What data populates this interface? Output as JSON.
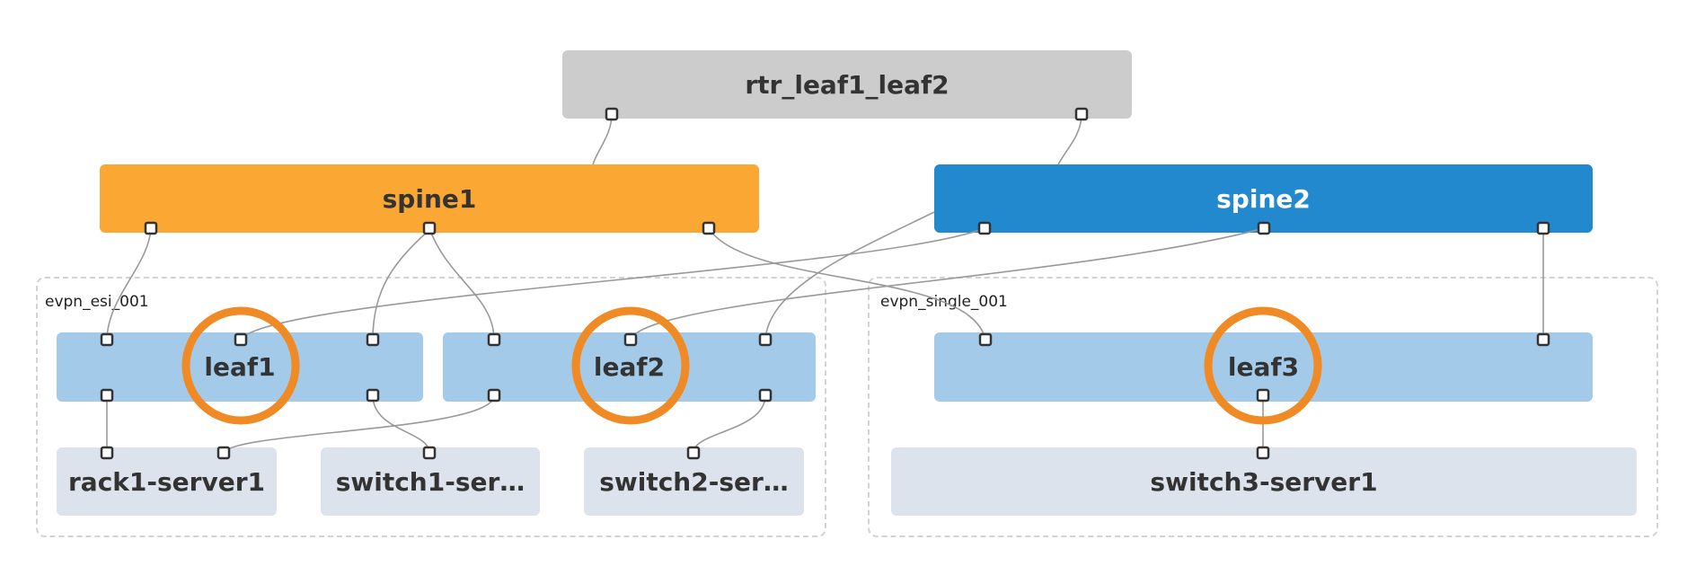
{
  "colors": {
    "router": "#cccccc",
    "spine1": "#fba733",
    "spine2": "#2389cf",
    "leaf": "#a3cbe9",
    "server": "#dde3ec",
    "highlight": "#f08a24",
    "link": "#999999",
    "port_fill": "#ffffff",
    "port_stroke": "#333333",
    "group_border": "#cfd4da"
  },
  "groups": [
    {
      "id": "evpn_esi_001",
      "label": "evpn_esi_001"
    },
    {
      "id": "evpn_single_001",
      "label": "evpn_single_001"
    }
  ],
  "nodes": [
    {
      "id": "rtr_leaf1_leaf2",
      "label": "rtr_leaf1_leaf2",
      "role": "router"
    },
    {
      "id": "spine1",
      "label": "spine1",
      "role": "spine"
    },
    {
      "id": "spine2",
      "label": "spine2",
      "role": "spine"
    },
    {
      "id": "leaf1",
      "label": "leaf1",
      "role": "leaf",
      "group": "evpn_esi_001",
      "highlighted": true
    },
    {
      "id": "leaf2",
      "label": "leaf2",
      "role": "leaf",
      "group": "evpn_esi_001",
      "highlighted": true
    },
    {
      "id": "leaf3",
      "label": "leaf3",
      "role": "leaf",
      "group": "evpn_single_001",
      "highlighted": true
    },
    {
      "id": "rack1-server1",
      "label": "rack1-server1",
      "role": "server",
      "group": "evpn_esi_001"
    },
    {
      "id": "switch1-server",
      "label": "switch1-ser…",
      "role": "server",
      "group": "evpn_esi_001"
    },
    {
      "id": "switch2-server",
      "label": "switch2-ser…",
      "role": "server",
      "group": "evpn_esi_001"
    },
    {
      "id": "switch3-server1",
      "label": "switch3-server1",
      "role": "server",
      "group": "evpn_single_001"
    }
  ],
  "links": [
    {
      "from": "rtr_leaf1_leaf2",
      "to": "spine1"
    },
    {
      "from": "rtr_leaf1_leaf2",
      "to": "spine2"
    },
    {
      "from": "spine1",
      "to": "leaf1"
    },
    {
      "from": "spine1",
      "to": "leaf2"
    },
    {
      "from": "spine1",
      "to": "leaf3"
    },
    {
      "from": "spine2",
      "to": "leaf1"
    },
    {
      "from": "spine2",
      "to": "leaf2"
    },
    {
      "from": "spine2",
      "to": "leaf3"
    },
    {
      "from": "leaf1",
      "to": "rack1-server1"
    },
    {
      "from": "leaf1",
      "to": "switch1-server"
    },
    {
      "from": "leaf2",
      "to": "rack1-server1"
    },
    {
      "from": "leaf2",
      "to": "switch2-server"
    },
    {
      "from": "leaf3",
      "to": "switch3-server1"
    }
  ]
}
